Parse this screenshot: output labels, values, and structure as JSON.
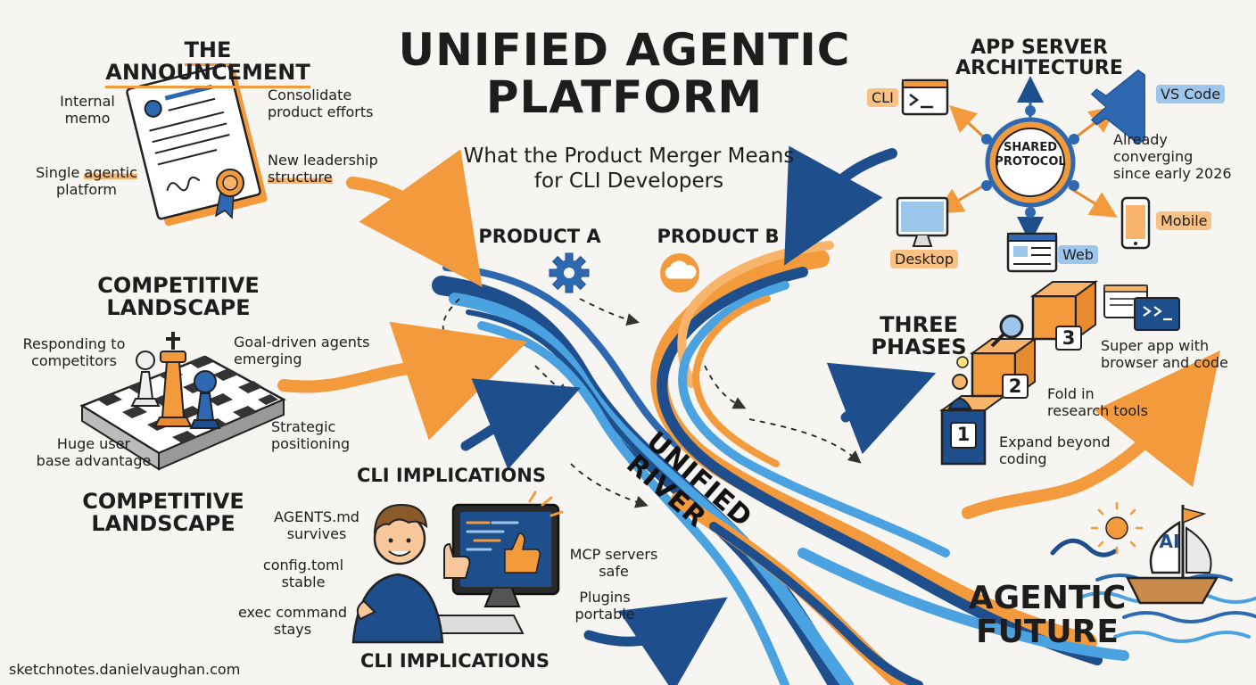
{
  "title_line1": "UNIFIED AGENTIC",
  "title_line2": "PLATFORM",
  "subtitle_line1": "What the Product Merger Means",
  "subtitle_line2": "for CLI Developers",
  "announcement": {
    "heading": "THE ANNOUNCEMENT",
    "internal_memo": "Internal\nmemo",
    "consolidate": "Consolidate\nproduct efforts",
    "single_prefix": "Single ",
    "single_highlight": "agentic",
    "single_suffix": "platform",
    "leadership_line1": "New leadership",
    "leadership_line2": "structure"
  },
  "products": {
    "a": "PRODUCT A",
    "b": "PRODUCT B"
  },
  "app_server": {
    "heading": "APP SERVER\nARCHITECTURE",
    "hub": "SHARED\nPROTOCOL",
    "cli": "CLI",
    "vscode": "VS Code",
    "desktop": "Desktop",
    "web": "Web",
    "mobile": "Mobile",
    "converging": "Already\nconverging\nsince early 2026"
  },
  "competitive": {
    "heading_top": "COMPETITIVE\nLANDSCAPE",
    "heading_bottom": "COMPETITIVE\nLANDSCAPE",
    "responding": "Responding to\ncompetitors",
    "goal_driven": "Goal-driven agents\nemerging",
    "strategic": "Strategic\npositioning",
    "huge_base": "Huge user\nbase advantage"
  },
  "river_label": "UNIFIED RIVER",
  "phases": {
    "heading": "THREE\nPHASES",
    "step1_num": "1",
    "step2_num": "2",
    "step3_num": "3",
    "step1": "Expand beyond\ncoding",
    "step2": "Fold in\nresearch tools",
    "step3": "Super app with\nbrowser and code"
  },
  "cli_implications": {
    "heading_top": "CLI IMPLICATIONS",
    "heading_bottom": "CLI IMPLICATIONS",
    "agents_md": "AGENTS.md\nsurvives",
    "config": "config.toml\nstable",
    "exec": "exec command\nstays",
    "mcp": "MCP servers\nsafe",
    "plugins": "Plugins\nportable"
  },
  "future": {
    "label": "AGENTIC\nFUTURE",
    "sail": "AI"
  },
  "footer": "sketchnotes.danielvaughan.com",
  "colors": {
    "orange": "#f39a3d",
    "blue": "#1f4e8c",
    "light_blue": "#4aa3e0",
    "ink": "#1d1d1d"
  }
}
